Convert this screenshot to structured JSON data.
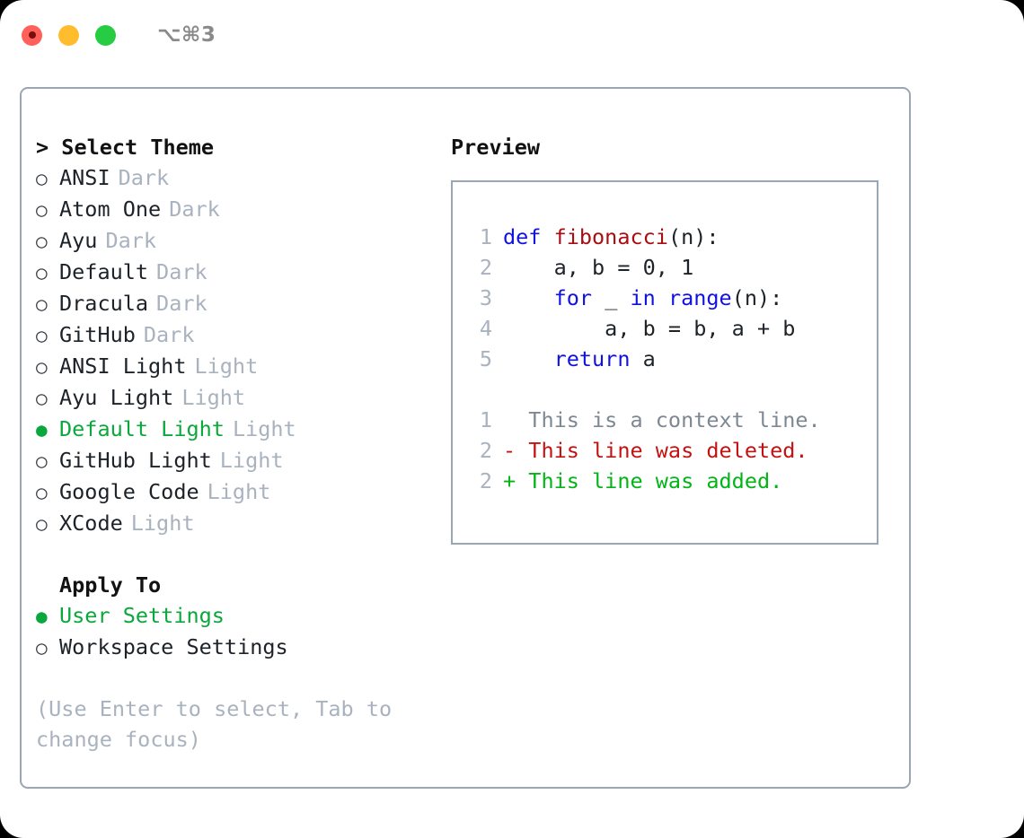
{
  "window": {
    "shortcut": "⌥⌘3",
    "traffic_lights": [
      {
        "name": "close",
        "color": "#ff6059"
      },
      {
        "name": "minimize",
        "color": "#ffbd2e"
      },
      {
        "name": "maximize",
        "color": "#26cc41"
      }
    ]
  },
  "theme_picker": {
    "prompt": "> Select Theme",
    "marker_unselected": "○",
    "marker_selected": "●",
    "items": [
      {
        "label": "ANSI",
        "tag": "Dark",
        "selected": false
      },
      {
        "label": "Atom One",
        "tag": "Dark",
        "selected": false
      },
      {
        "label": "Ayu",
        "tag": "Dark",
        "selected": false
      },
      {
        "label": "Default",
        "tag": "Dark",
        "selected": false
      },
      {
        "label": "Dracula",
        "tag": "Dark",
        "selected": false
      },
      {
        "label": "GitHub",
        "tag": "Dark",
        "selected": false
      },
      {
        "label": "ANSI Light",
        "tag": "Light",
        "selected": false
      },
      {
        "label": "Ayu Light",
        "tag": "Light",
        "selected": false
      },
      {
        "label": "Default Light",
        "tag": "Light",
        "selected": true
      },
      {
        "label": "GitHub Light",
        "tag": "Light",
        "selected": false
      },
      {
        "label": "Google Code",
        "tag": "Light",
        "selected": false
      },
      {
        "label": "XCode",
        "tag": "Light",
        "selected": false
      }
    ]
  },
  "apply_to": {
    "heading": "Apply To",
    "items": [
      {
        "label": "User Settings",
        "selected": true
      },
      {
        "label": "Workspace Settings",
        "selected": false
      }
    ]
  },
  "hint": "(Use Enter to select, Tab to change focus)",
  "preview": {
    "title": "Preview",
    "code_lines": [
      {
        "number": "1",
        "tokens": [
          {
            "text": "def ",
            "type": "kw"
          },
          {
            "text": "fibonacci",
            "type": "fn"
          },
          {
            "text": "(n):",
            "type": "plain"
          }
        ]
      },
      {
        "number": "2",
        "tokens": [
          {
            "text": "    a, b = 0, 1",
            "type": "plain"
          }
        ]
      },
      {
        "number": "3",
        "tokens": [
          {
            "text": "    ",
            "type": "plain"
          },
          {
            "text": "for",
            "type": "kw"
          },
          {
            "text": " _ ",
            "type": "plain"
          },
          {
            "text": "in",
            "type": "kw"
          },
          {
            "text": " ",
            "type": "plain"
          },
          {
            "text": "range",
            "type": "kw"
          },
          {
            "text": "(n):",
            "type": "plain"
          }
        ]
      },
      {
        "number": "4",
        "tokens": [
          {
            "text": "        a, b = b, a + b",
            "type": "plain"
          }
        ]
      },
      {
        "number": "5",
        "tokens": [
          {
            "text": "    ",
            "type": "plain"
          },
          {
            "text": "return",
            "type": "kw"
          },
          {
            "text": " a",
            "type": "plain"
          }
        ]
      }
    ],
    "diff_lines": [
      {
        "number": "1",
        "text": "  This is a context line.",
        "kind": "context"
      },
      {
        "number": "2",
        "text": "- This line was deleted.",
        "kind": "deleted"
      },
      {
        "number": "2",
        "text": "+ This line was added.",
        "kind": "added"
      }
    ]
  },
  "colors": {
    "accent_green": "#0aa83c",
    "keyword_blue": "#1111e0",
    "function_red": "#aa0d11",
    "diff_deleted": "#c41111",
    "diff_added": "#00b515",
    "muted_gray": "#a9b2bf",
    "border": "#9aa6b4"
  }
}
